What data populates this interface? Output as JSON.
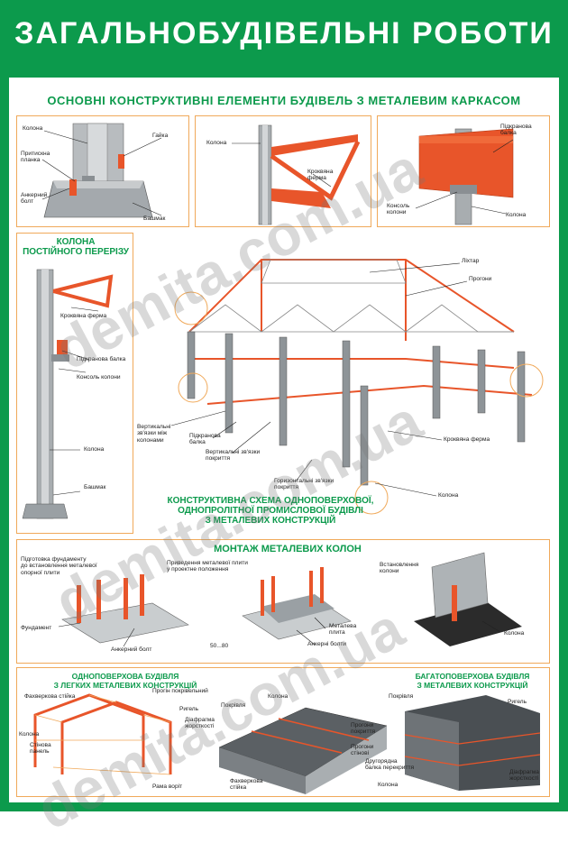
{
  "title": "ЗАГАЛЬНОБУДІВЕЛЬНІ РОБОТИ",
  "subtitle": "ОСНОВНІ КОНСТРУКТИВНІ ЕЛЕМЕНТИ БУДІВЕЛЬ З МЕТАЛЕВИМ КАРКАСОМ",
  "watermark": "demita.com.ua",
  "colors": {
    "green": "#0c9a4c",
    "orange": "#e8552a",
    "steel": "#9ea3a6",
    "panel_border": "#f0a95a"
  },
  "panel_base": {
    "labels": [
      "Колона",
      "Притискна\nпланка",
      "Анкерний\nболт",
      "Гайка",
      "Башмак"
    ]
  },
  "panel_truss": {
    "labels": [
      "Колона",
      "Кроквяна\nферма"
    ]
  },
  "panel_crane": {
    "labels": [
      "Підкранова\nбалка",
      "Консоль\nколони",
      "Колона"
    ]
  },
  "column_panel": {
    "heading": "КОЛОНА\nПОСТІЙНОГО ПЕРЕРІЗУ",
    "labels": [
      "Кроквяна ферма",
      "Підкранова балка",
      "Консоль колони",
      "Колона",
      "Башмак"
    ]
  },
  "frame_scheme": {
    "labels": [
      "Ліхтар",
      "Прогони",
      "Вертикальні\nзв'язки між\nколонами",
      "Підкранова\nбалка",
      "Вертикальні зв'язки\nпокриття",
      "Горизонтальні зв'язки\nпокриття",
      "Кроквяна ферма",
      "Колона"
    ],
    "caption": "КОНСТРУКТИВНА СХЕМА ОДНОПОВЕРХОВОЇ,\nОДНОПРОЛІТНОЇ ПРОМИСЛОВОЇ БУДІВЛІ\nЗ МЕТАЛЕВИХ КОНСТРУКЦІЙ"
  },
  "installation": {
    "heading": "МОНТАЖ МЕТАЛЕВИХ КОЛОН",
    "labels": [
      "Підготовка фундаменту\nдо встановлення металевої\nопорної плити",
      "Приведення металевої плити\nу проектне положення",
      "Встановлення\nколони",
      "Фундамент",
      "Анкерний болт",
      "Металева\nплита",
      "Анкерні болти",
      "Колона",
      "50...80"
    ]
  },
  "light_building": {
    "heading": "ОДНОПОВЕРХОВА БУДІВЛЯ\nЗ ЛЕГКИХ МЕТАЛЕВИХ КОНСТРУКЦІЙ",
    "labels": [
      "Фахверкова стійка",
      "Прогін покрівельний",
      "Ригель",
      "Діафрагма\nжорсткості",
      "Колона",
      "Стінова\nпанель",
      "Рама воріт"
    ]
  },
  "roof_building": {
    "labels": [
      "Покрівля",
      "Колона",
      "Прогони\nпокриття",
      "Прогони\nстінові",
      "Фахверкова\nстійка"
    ]
  },
  "multi_building": {
    "heading": "БАГАТОПОВЕРХОВА БУДІВЛЯ\nЗ МЕТАЛЕВИХ КОНСТРУКЦІЙ",
    "labels": [
      "Покрівля",
      "Ригель",
      "Другорядна\nбалка перекриття",
      "Колона",
      "Діафрагма\nжорсткості"
    ]
  }
}
